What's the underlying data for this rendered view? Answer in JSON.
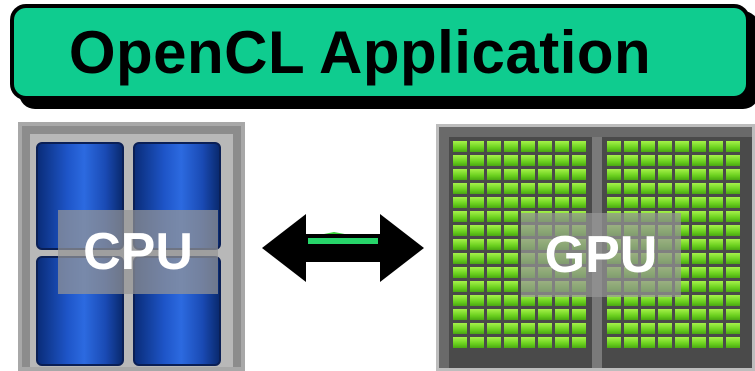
{
  "title": "OpenCL Application",
  "cpu": {
    "label": "CPU",
    "core_color": "#1e55c8"
  },
  "gpu": {
    "label": "GPU",
    "core_color": "#7ad42a"
  },
  "connector": {
    "type": "bidirectional-arrow",
    "color": "#000000"
  },
  "banner": {
    "color": "#0fcc8f"
  }
}
